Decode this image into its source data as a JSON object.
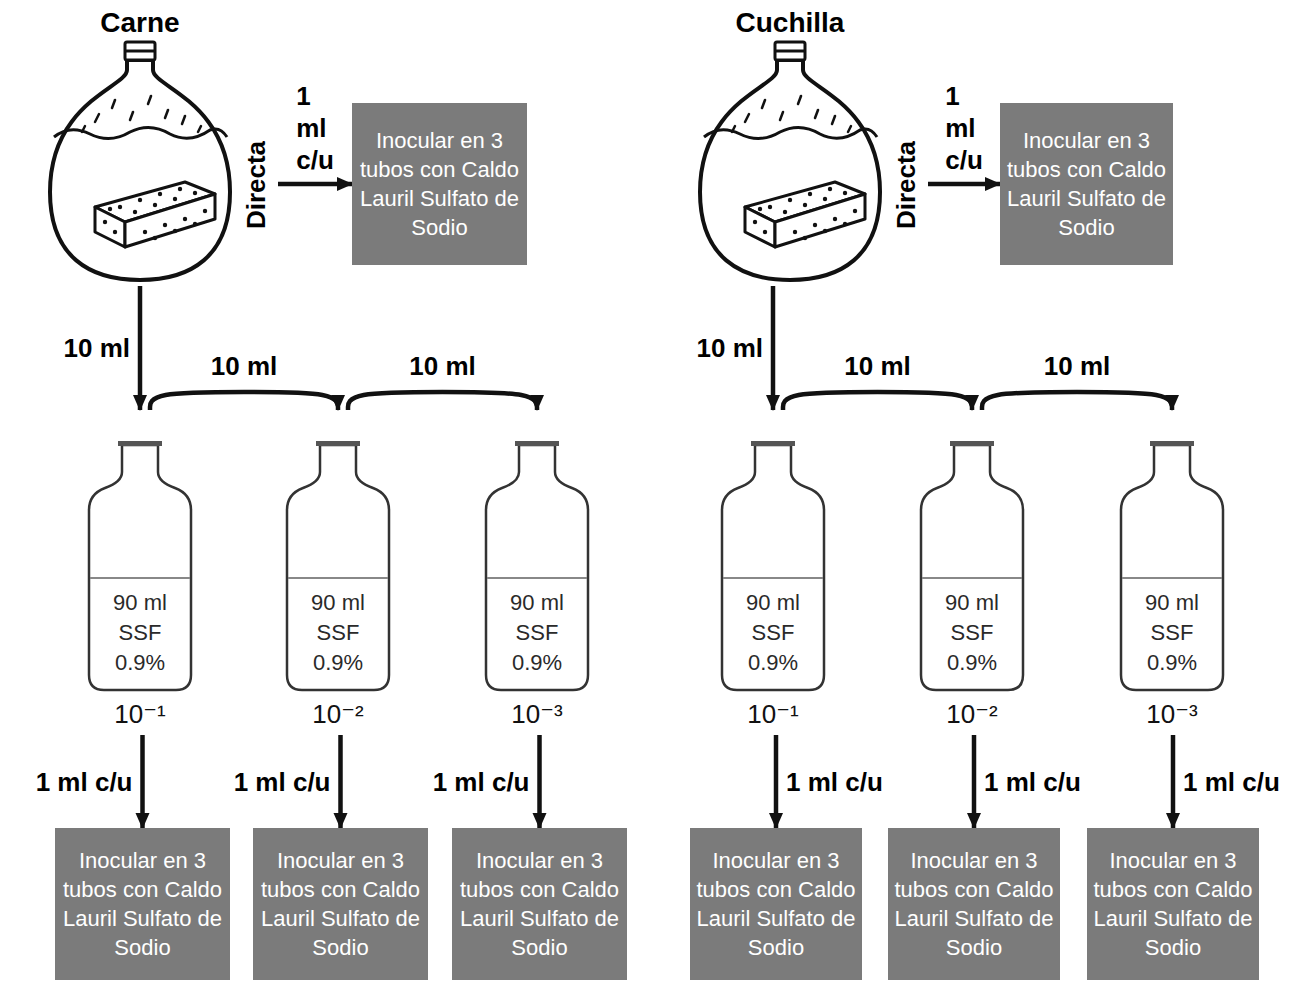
{
  "diagram": {
    "nodes": [
      {
        "text": [
          "Carne"
        ]
      },
      {
        "text": [
          "Inocular en 3 tubos con Caldo Lauril Sulfato de Sodio"
        ]
      },
      {
        "text": [
          "90 ml SSF 0.9%",
          "10⁻¹"
        ]
      },
      {
        "text": [
          "90 ml SSF 0.9%",
          "10⁻²"
        ]
      },
      {
        "text": [
          "90 ml SSF 0.9%",
          "10⁻³"
        ]
      },
      {
        "text": [
          "Inocular en 3 tubos con Caldo Lauril Sulfato de Sodio"
        ]
      },
      {
        "text": [
          "Inocular en 3 tubos con Caldo Lauril Sulfato de Sodio"
        ]
      },
      {
        "text": [
          "Inocular en 3 tubos con Caldo Lauril Sulfato de Sodio"
        ]
      },
      {
        "text": [
          "Cuchilla"
        ]
      },
      {
        "text": [
          "Inocular en 3 tubos con Caldo Lauril Sulfato de Sodio"
        ]
      },
      {
        "text": [
          "90 ml SSF 0.9%",
          "10⁻¹"
        ]
      },
      {
        "text": [
          "90 ml SSF 0.9%",
          "10⁻²"
        ]
      },
      {
        "text": [
          "90 ml SSF 0.9%",
          "10⁻³"
        ]
      },
      {
        "text": [
          "Inocular en 3 tubos con Caldo Lauril Sulfato de Sodio"
        ]
      },
      {
        "text": [
          "Inocular en 3 tubos con Caldo Lauril Sulfato de Sodio"
        ]
      },
      {
        "text": [
          "Inocular en 3 tubos con Caldo Lauril Sulfato de Sodio"
        ]
      }
    ],
    "edges": [
      {
        "from": 0,
        "to": 1,
        "arrow": "to",
        "label": "1 ml c/u"
      },
      {
        "from": 0,
        "to": 2,
        "arrow": "to",
        "label": "10 ml"
      },
      {
        "from": 2,
        "to": 3,
        "arrow": "to",
        "label": "10 ml"
      },
      {
        "from": 3,
        "to": 4,
        "arrow": "to",
        "label": "10 ml"
      },
      {
        "from": 2,
        "to": 5,
        "arrow": "to",
        "label": "1 ml c/u"
      },
      {
        "from": 3,
        "to": 6,
        "arrow": "to",
        "label": "1 ml c/u"
      },
      {
        "from": 4,
        "to": 7,
        "arrow": "to",
        "label": "1 ml c/u"
      },
      {
        "from": 8,
        "to": 9,
        "arrow": "to",
        "label": "1 ml c/u"
      },
      {
        "from": 8,
        "to": 10,
        "arrow": "to",
        "label": "10 ml"
      },
      {
        "from": 10,
        "to": 11,
        "arrow": "to",
        "label": "10 ml"
      },
      {
        "from": 11,
        "to": 12,
        "arrow": "to",
        "label": "10 ml"
      },
      {
        "from": 10,
        "to": 13,
        "arrow": "to",
        "label": "1 ml c/u"
      },
      {
        "from": 11,
        "to": 14,
        "arrow": "to",
        "label": "1 ml c/u"
      },
      {
        "from": 12,
        "to": 15,
        "arrow": "to",
        "label": "1 ml c/u"
      }
    ],
    "labels": [
      "Directa",
      "Directa"
    ]
  }
}
